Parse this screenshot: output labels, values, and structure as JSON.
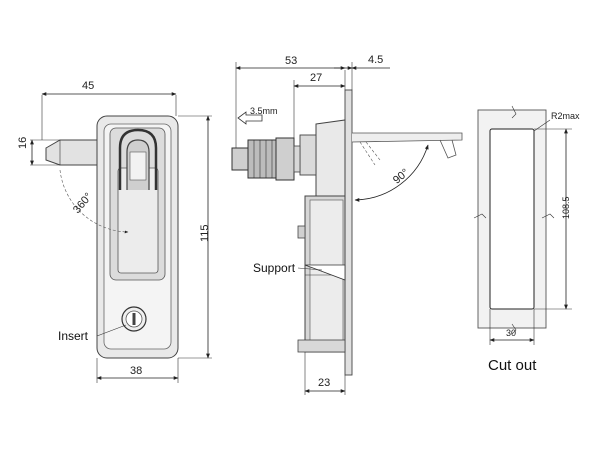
{
  "front_view": {
    "width_label": "45",
    "handle_height_label": "16",
    "rotation_label": "360°",
    "height_label": "115",
    "bottom_width_label": "38",
    "insert_label": "Insert"
  },
  "side_view": {
    "depth_label": "53",
    "inner_depth_label": "27",
    "flange_label": "4.5",
    "panel_thickness_label": "3.5mm",
    "angle_label": "90°",
    "support_label": "Support",
    "bottom_label": "23"
  },
  "cutout": {
    "radius_label": "R2max",
    "height_label": "108.5",
    "width_label": "30",
    "caption": "Cut out"
  }
}
